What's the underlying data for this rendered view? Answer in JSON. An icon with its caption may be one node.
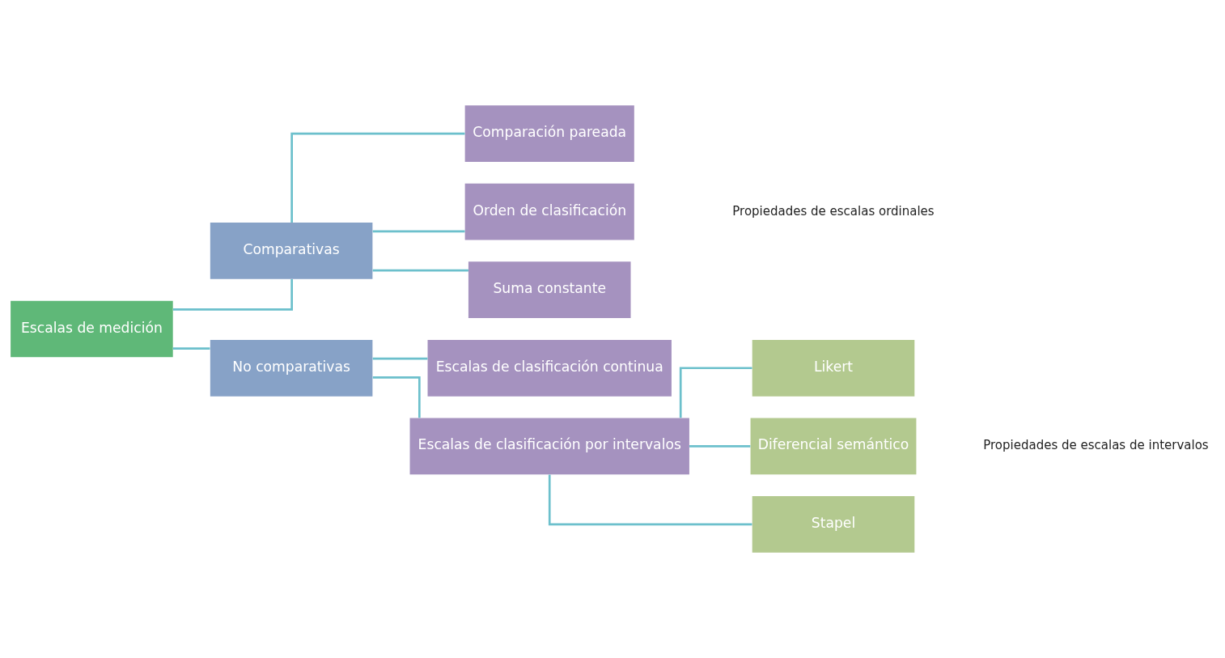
{
  "diagram": {
    "nodes": [
      {
        "text": [
          "Escalas de medición"
        ]
      },
      {
        "text": [
          "Comparativas"
        ]
      },
      {
        "text": [
          "No comparativas"
        ]
      },
      {
        "text": [
          "Comparación pareada"
        ]
      },
      {
        "text": [
          "Orden de clasificación"
        ]
      },
      {
        "text": [
          "Suma constante"
        ]
      },
      {
        "text": [
          "Escalas de clasificación continua"
        ]
      },
      {
        "text": [
          "Escalas de clasificación por intervalos"
        ]
      },
      {
        "text": [
          "Likert"
        ]
      },
      {
        "text": [
          "Diferencial semántico"
        ]
      },
      {
        "text": [
          "Stapel"
        ]
      }
    ],
    "edges": [
      {
        "from": 0,
        "to": 1,
        "arrow": "none"
      },
      {
        "from": 0,
        "to": 2,
        "arrow": "none"
      },
      {
        "from": 1,
        "to": 3,
        "arrow": "none"
      },
      {
        "from": 1,
        "to": 4,
        "arrow": "none"
      },
      {
        "from": 1,
        "to": 5,
        "arrow": "none"
      },
      {
        "from": 2,
        "to": 6,
        "arrow": "none"
      },
      {
        "from": 2,
        "to": 7,
        "arrow": "none"
      },
      {
        "from": 7,
        "to": 8,
        "arrow": "none"
      },
      {
        "from": 7,
        "to": 9,
        "arrow": "none"
      },
      {
        "from": 7,
        "to": 10,
        "arrow": "none"
      }
    ],
    "labels": [
      "Propiedades de escalas ordinales",
      "Propiedades de escalas de intervalos"
    ]
  }
}
